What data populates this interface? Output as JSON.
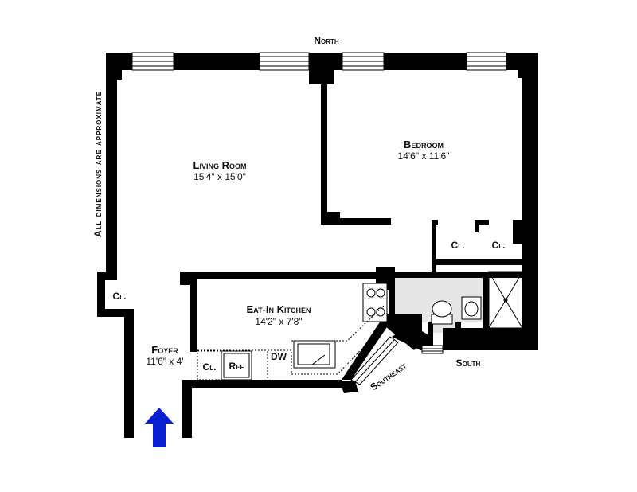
{
  "plan": {
    "compass": {
      "north": "North",
      "south": "South",
      "southeast": "Southeast"
    },
    "disclaimer": "All dimensions are approximate",
    "rooms": {
      "living": {
        "name": "Living Room",
        "dims": "15'4\" x 15'0\""
      },
      "bedroom": {
        "name": "Bedroom",
        "dims": "14'6\" x 11'6\""
      },
      "kitchen": {
        "name": "Eat-In Kitchen",
        "dims": "14'2\" x 7'8\""
      },
      "foyer": {
        "name": "Foyer",
        "dims": "11'6\" x 4'"
      }
    },
    "labels": {
      "closet": "Cl.",
      "refrigerator": "Ref",
      "dishwasher": "DW"
    },
    "colors": {
      "wall": "#000000",
      "bath_floor": "#e6e6e6",
      "entry_arrow": "#0a1fd0"
    },
    "icons": {
      "entry": "entry-arrow-icon"
    }
  }
}
